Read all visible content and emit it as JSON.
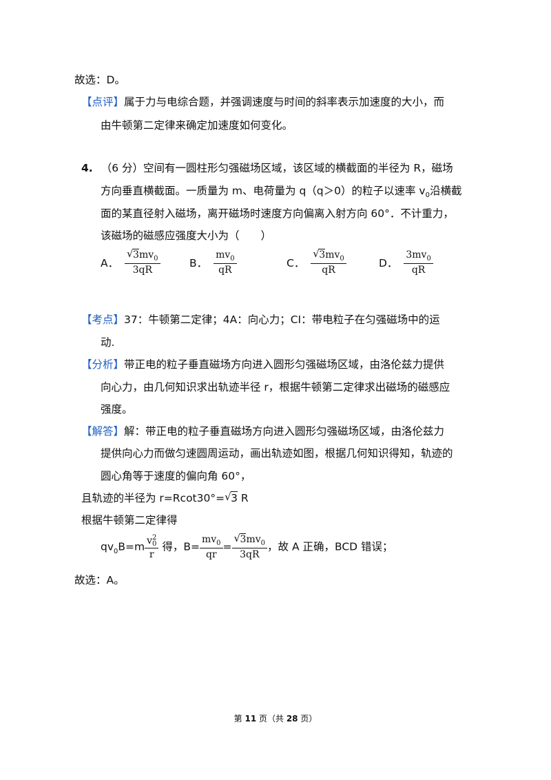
{
  "prev_answer": "故选：D。",
  "comment_tag": "【点评】",
  "comment_line1": "属于力与电综合题，并强调速度与时间的斜率表示加速度的大小，而",
  "comment_line2": "由牛顿第二定律来确定加速度如何变化。",
  "question": {
    "number": "4.",
    "line1": "（6 分）空间有一圆柱形匀强磁场区域，该区域的横截面的半径为 R，磁场",
    "line2_a": "方向垂直横截面。一质量为 m、电荷量为 q（q＞0）的粒子以速率 v",
    "line2_sub": "0",
    "line2_b": "沿横截",
    "line3": "面的某直径射入磁场，离开磁场时速度方向偏离入射方向 60°．不计重力，",
    "line4": "该磁场的磁感应强度大小为（　　）"
  },
  "options": [
    {
      "letter": "A．",
      "num_sqrt": "3",
      "num_rest": "mv",
      "num_sub": "0",
      "den": "3qR"
    },
    {
      "letter": "B．",
      "num_sqrt": "",
      "num_rest": "mv",
      "num_sub": "0",
      "den": "qR"
    },
    {
      "letter": "C．",
      "num_sqrt": "3",
      "num_rest": "mv",
      "num_sub": "0",
      "den": "qR"
    },
    {
      "letter": "D．",
      "num_sqrt": "",
      "num_rest": "3mv",
      "num_sub": "0",
      "den": "qR"
    }
  ],
  "kaodian_tag": "【考点】",
  "kaodian_line1": "37：牛顿第二定律；4A：向心力；CI：带电粒子在匀强磁场中的运",
  "kaodian_line2": "动.",
  "fenxi_tag": "【分析】",
  "fenxi_line1": "带正电的粒子垂直磁场方向进入圆形匀强磁场区域，由洛伦兹力提供",
  "fenxi_line2": "向心力，由几何知识求出轨迹半径 r，根据牛顿第二定律求出磁场的磁感应",
  "fenxi_line3": "强度。",
  "jieda_tag": "【解答】",
  "jieda_line1": "解：带正电的粒子垂直磁场方向进入圆形匀强磁场区域，由洛伦兹力",
  "jieda_line2": "提供向心力而做匀速圆周运动，画出轨迹如图，根据几何知识得知，轨迹的",
  "jieda_line3": "圆心角等于速度的偏向角 60°，",
  "radius_a": "且轨迹的半径为 r=Rcot30°=",
  "radius_sqrt": "3",
  "radius_b": " R",
  "newton_line": "根据牛顿第二定律得",
  "eq": {
    "lhs_a": "qv",
    "lhs_sub": "0",
    "lhs_b": "B=m",
    "f1_num": "v",
    "f1_sub": "0",
    "f1_sup": "2",
    "f1_den": "r",
    "mid": " 得，B=",
    "f2_num": "mv",
    "f2_sub": "0",
    "f2_den": "qr",
    "eq_sign": "=",
    "f3_sqrt": "3",
    "f3_num": "mv",
    "f3_sub": "0",
    "f3_den": "3qR",
    "tail": "，故 A 正确，BCD 错误；"
  },
  "final_answer": "故选：A。",
  "footer": {
    "pre": "第 ",
    "page": "11",
    "mid": " 页（共 ",
    "total": "28",
    "post": " 页）"
  }
}
